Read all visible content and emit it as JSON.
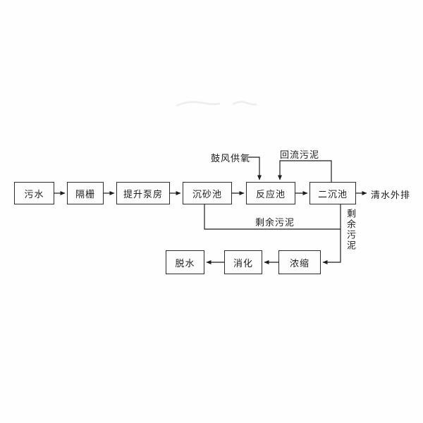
{
  "diagram": {
    "nodes": {
      "sewage": "污水",
      "screen": "隔栅",
      "lift_pump": "提升泵房",
      "grit_chamber": "沉砂池",
      "reaction_tank": "反应池",
      "secondary_clarifier": "二沉池",
      "thickening": "浓缩",
      "digestion": "消化",
      "dewatering": "脱水"
    },
    "labels": {
      "blower_oxygen": "鼓风供氧",
      "return_sludge": "回流污泥",
      "excess_sludge": "剩余污泥",
      "excess_sludge_vertical": "剩余污泥",
      "effluent": "清水外排"
    },
    "colors": {
      "line": "#1c1c1c",
      "box_border": "#2b2b2b",
      "text": "#1c1c1c",
      "background": "#ffffff"
    }
  }
}
